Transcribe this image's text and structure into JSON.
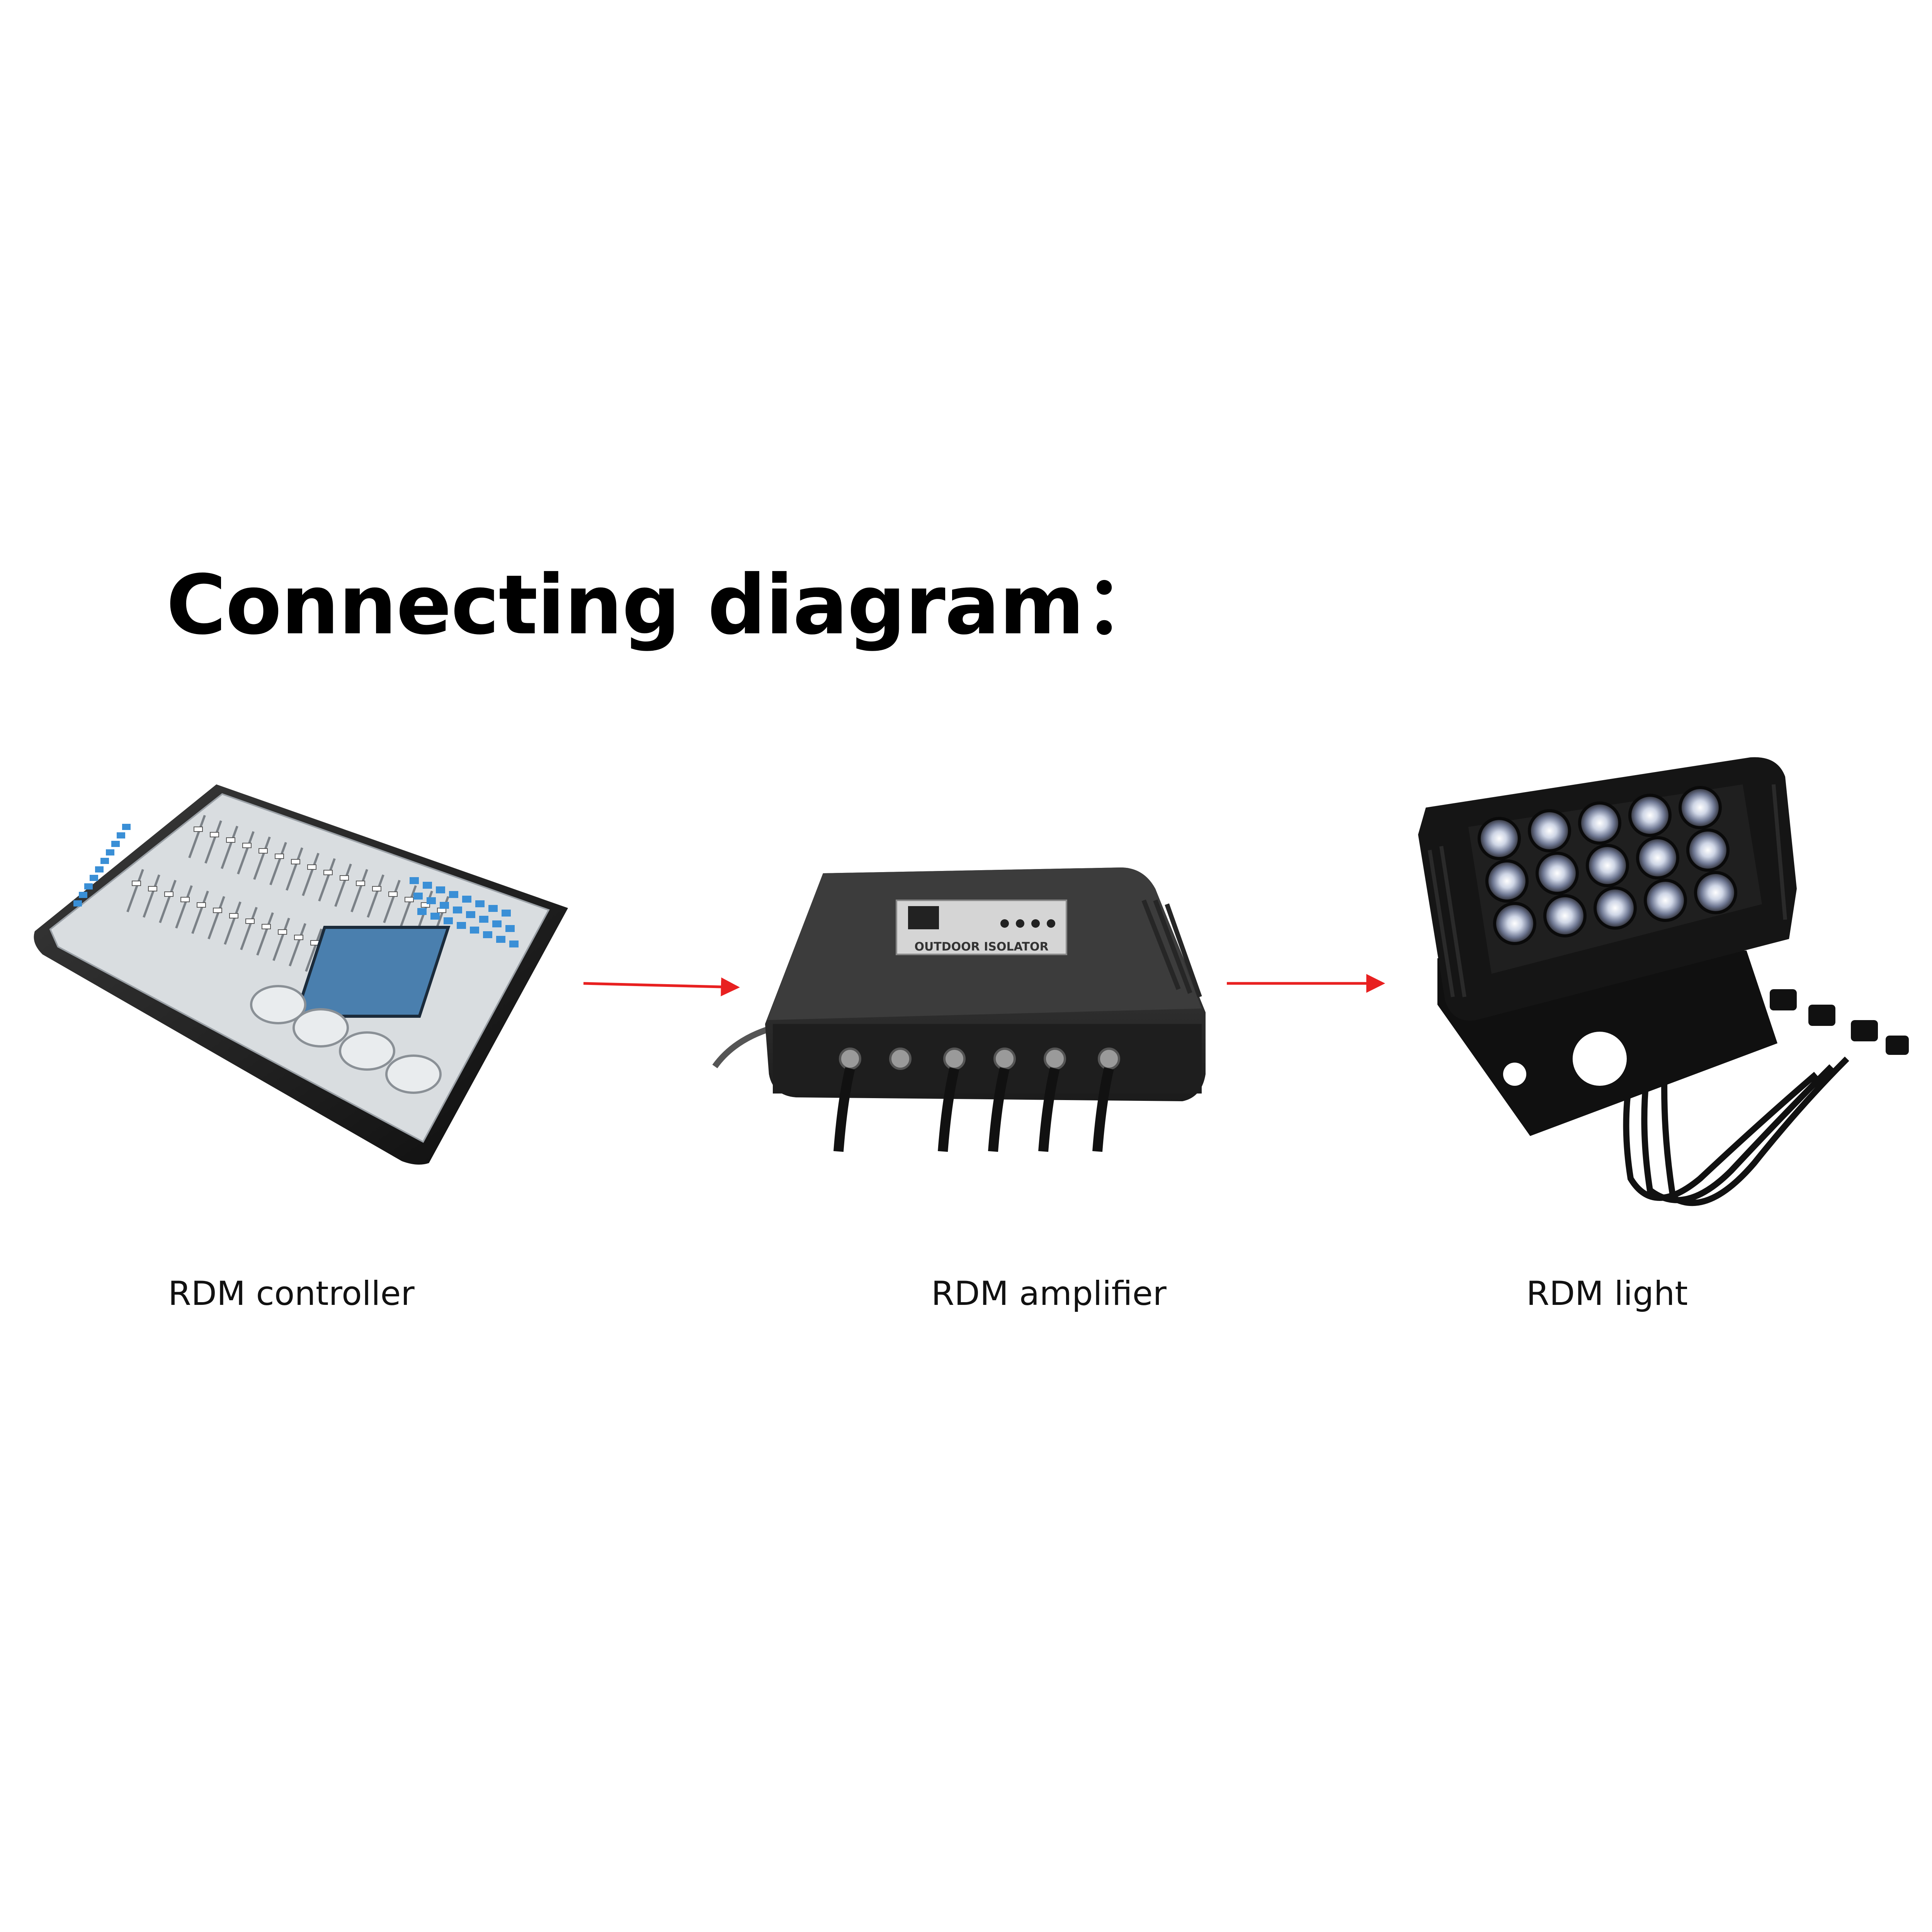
{
  "title": "Connecting diagram：",
  "devices": [
    {
      "id": "controller",
      "label": "RDM controller"
    },
    {
      "id": "amplifier",
      "label": "RDM amplifier",
      "panel_text": "OUTDOOR ISOLATOR"
    },
    {
      "id": "light",
      "label": "RDM light"
    }
  ],
  "connections": [
    {
      "from": "controller",
      "to": "amplifier"
    },
    {
      "from": "amplifier",
      "to": "light"
    }
  ],
  "colors": {
    "arrow": "#e82020",
    "text": "#000000",
    "device_body_dark": "#1a1a1a",
    "console_panel": "#d9dde0",
    "console_accent": "#3a8fd6",
    "console_screen": "#4a7fae"
  }
}
